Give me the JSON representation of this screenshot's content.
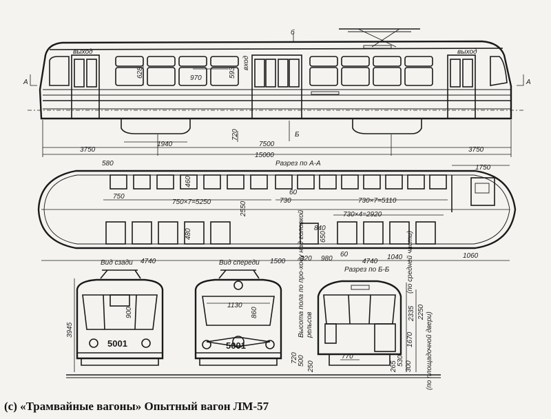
{
  "caption": "(c) «Трамвайные вагоны» Опытный вагон ЛМ-57",
  "views": {
    "side": {
      "door_label_left": "выход",
      "door_label_mid": "вход",
      "door_label_right": "выход",
      "dims": {
        "window_height": "628",
        "window_width": "970",
        "mid_height": "593",
        "bogie_span": "1940",
        "center_span": "7500",
        "overhang_left": "3750",
        "overhang_right": "3750",
        "total_length": "15000",
        "wheel_height": "720"
      },
      "markers": {
        "a_left": "А",
        "a_right": "А",
        "b_top": "б",
        "b_bottom": "Б"
      }
    },
    "plan": {
      "title": "Разрез по А-А",
      "dims": {
        "d580": "580",
        "d750": "750",
        "seats_left": "750×7=5250",
        "d460": "460",
        "d60": "60",
        "d730": "730",
        "seats_right": "730×7=5110",
        "d1750": "1750",
        "width": "2550",
        "d480": "480",
        "d840": "840",
        "d650": "650",
        "seats_lower": "730×4=2920",
        "d4740_left": "4740",
        "d1500": "1500",
        "d320": "320",
        "d980": "980",
        "d60b": "60",
        "d4740_right": "4740",
        "d1040": "1040",
        "d1060": "1060"
      }
    },
    "rear": {
      "title": "Вид сзади",
      "number": "5001",
      "dims": {
        "height": "3945",
        "d900": "900"
      }
    },
    "front": {
      "title": "Вид спереди",
      "number": "5001",
      "dims": {
        "d1130": "1130",
        "d860": "860"
      }
    },
    "section": {
      "title": "Разрез по Б-Б",
      "side_note": "Высота пола по про-ходу над головкой",
      "side_note_2": "рельсов",
      "right_note_1": "(по средней части)",
      "right_note_2": "(по площадочной двери)",
      "dims": {
        "d2335": "2335",
        "d2250": "2250",
        "d1670": "1670",
        "d770": "770",
        "d720": "720",
        "d500": "500",
        "d250": "250",
        "d265": "265",
        "d530": "530",
        "d300": "300"
      }
    }
  }
}
